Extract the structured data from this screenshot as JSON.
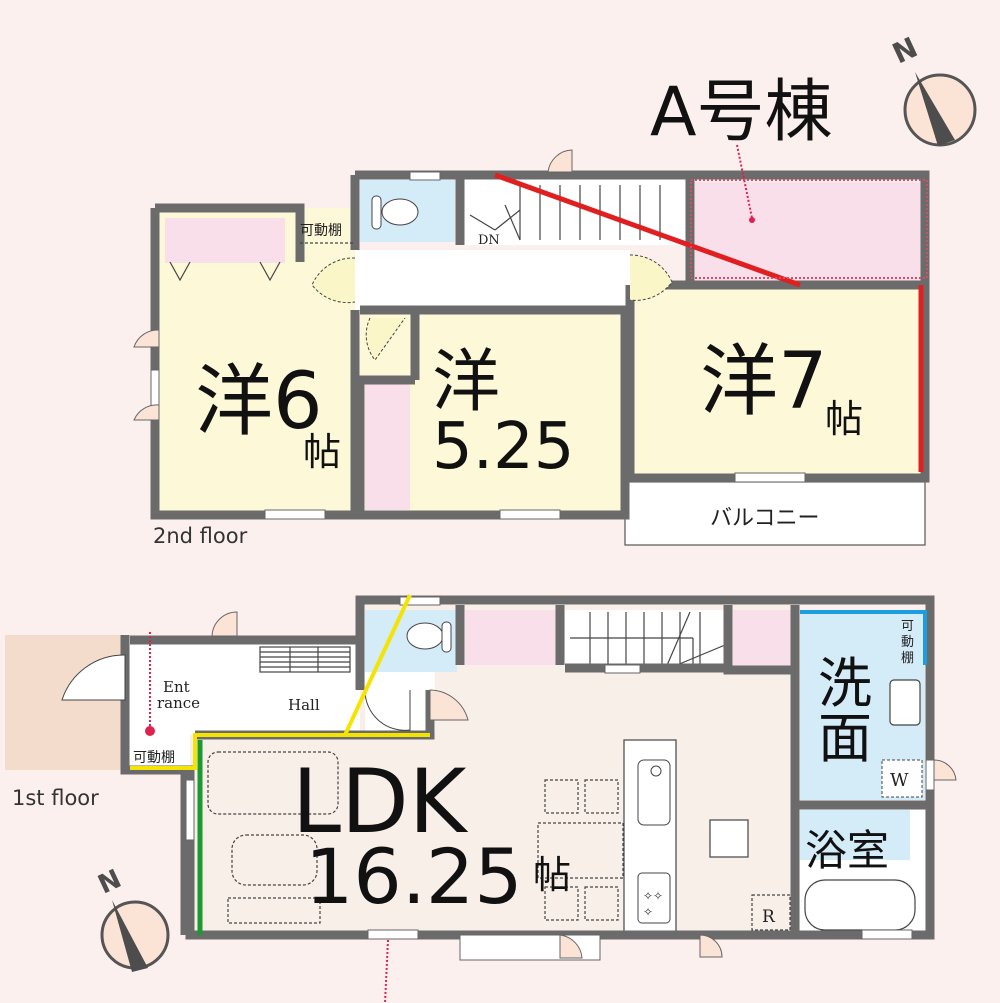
{
  "title": "A号棟",
  "compass": {
    "north_label": "N"
  },
  "second_floor": {
    "label": "2nd floor",
    "rooms": {
      "west_room": {
        "name": "洋6",
        "unit": "帖"
      },
      "middle_room": {
        "name": "洋",
        "size": "5.25"
      },
      "east_room": {
        "name": "洋7",
        "unit": "帖"
      },
      "balcony": "バルコニー",
      "shelf": "可動棚",
      "stairs_dir": "DN"
    }
  },
  "first_floor": {
    "label": "1st floor",
    "rooms": {
      "entrance_line1": "Ent",
      "entrance_line2": "rance",
      "hall": "Hall",
      "shelf": "可動棚",
      "ldk_name": "LDK",
      "ldk_size": "16.25",
      "ldk_unit": "帖",
      "washroom_1": "洗",
      "washroom_2": "面",
      "washroom_shelf_1": "可",
      "washroom_shelf_2": "動",
      "washroom_shelf_3": "棚",
      "washer": "W",
      "fridge": "R",
      "bathroom": "浴室"
    }
  },
  "colors": {
    "background": "#fcf0ef",
    "wall": "#6b6b6b",
    "bedroom": "#fdf8d8",
    "ldk": "#f8efe8",
    "wet_area": "#d4ebf8",
    "storage": "#f9dfe9",
    "red_line": "#e02020",
    "yellow_line": "#f5e400",
    "green_line": "#1a9a30",
    "blue_line": "#1a9ee0",
    "marker": "#e0204f"
  }
}
